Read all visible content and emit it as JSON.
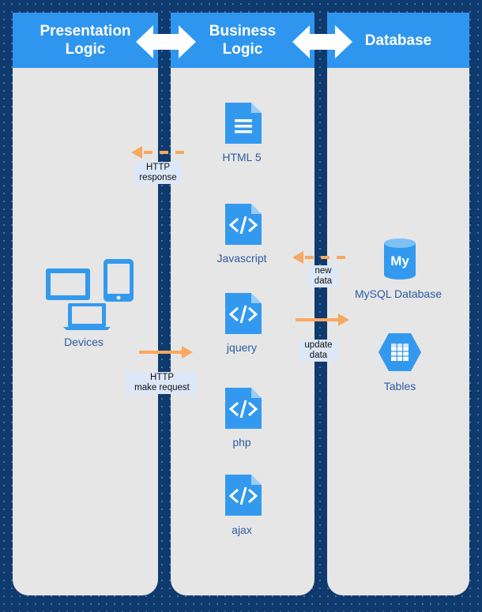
{
  "columns": {
    "presentation": {
      "title": "Presentation\nLogic"
    },
    "business": {
      "title": "Business\nLogic"
    },
    "database": {
      "title": "Database"
    }
  },
  "presentation_items": {
    "devices_label": "Devices"
  },
  "business_items": {
    "html5_label": "HTML 5",
    "javascript_label": "Javascript",
    "jquery_label": "jquery",
    "php_label": "php",
    "ajax_label": "ajax"
  },
  "database_items": {
    "mysql_label": "MySQL Database",
    "mysql_icon_text": "My",
    "tables_label": "Tables"
  },
  "flows": {
    "http_response": "HTTP\nresponse",
    "http_request": "HTTP\nmake request",
    "new_data": "new\ndata",
    "update_data": "update\ndata"
  },
  "colors": {
    "background": "#0f3a6e",
    "column": "#e6e6e6",
    "header": "#2f96f0",
    "icon": "#3399ee",
    "arrow": "#f9a860",
    "text": "#2e5aa0"
  }
}
